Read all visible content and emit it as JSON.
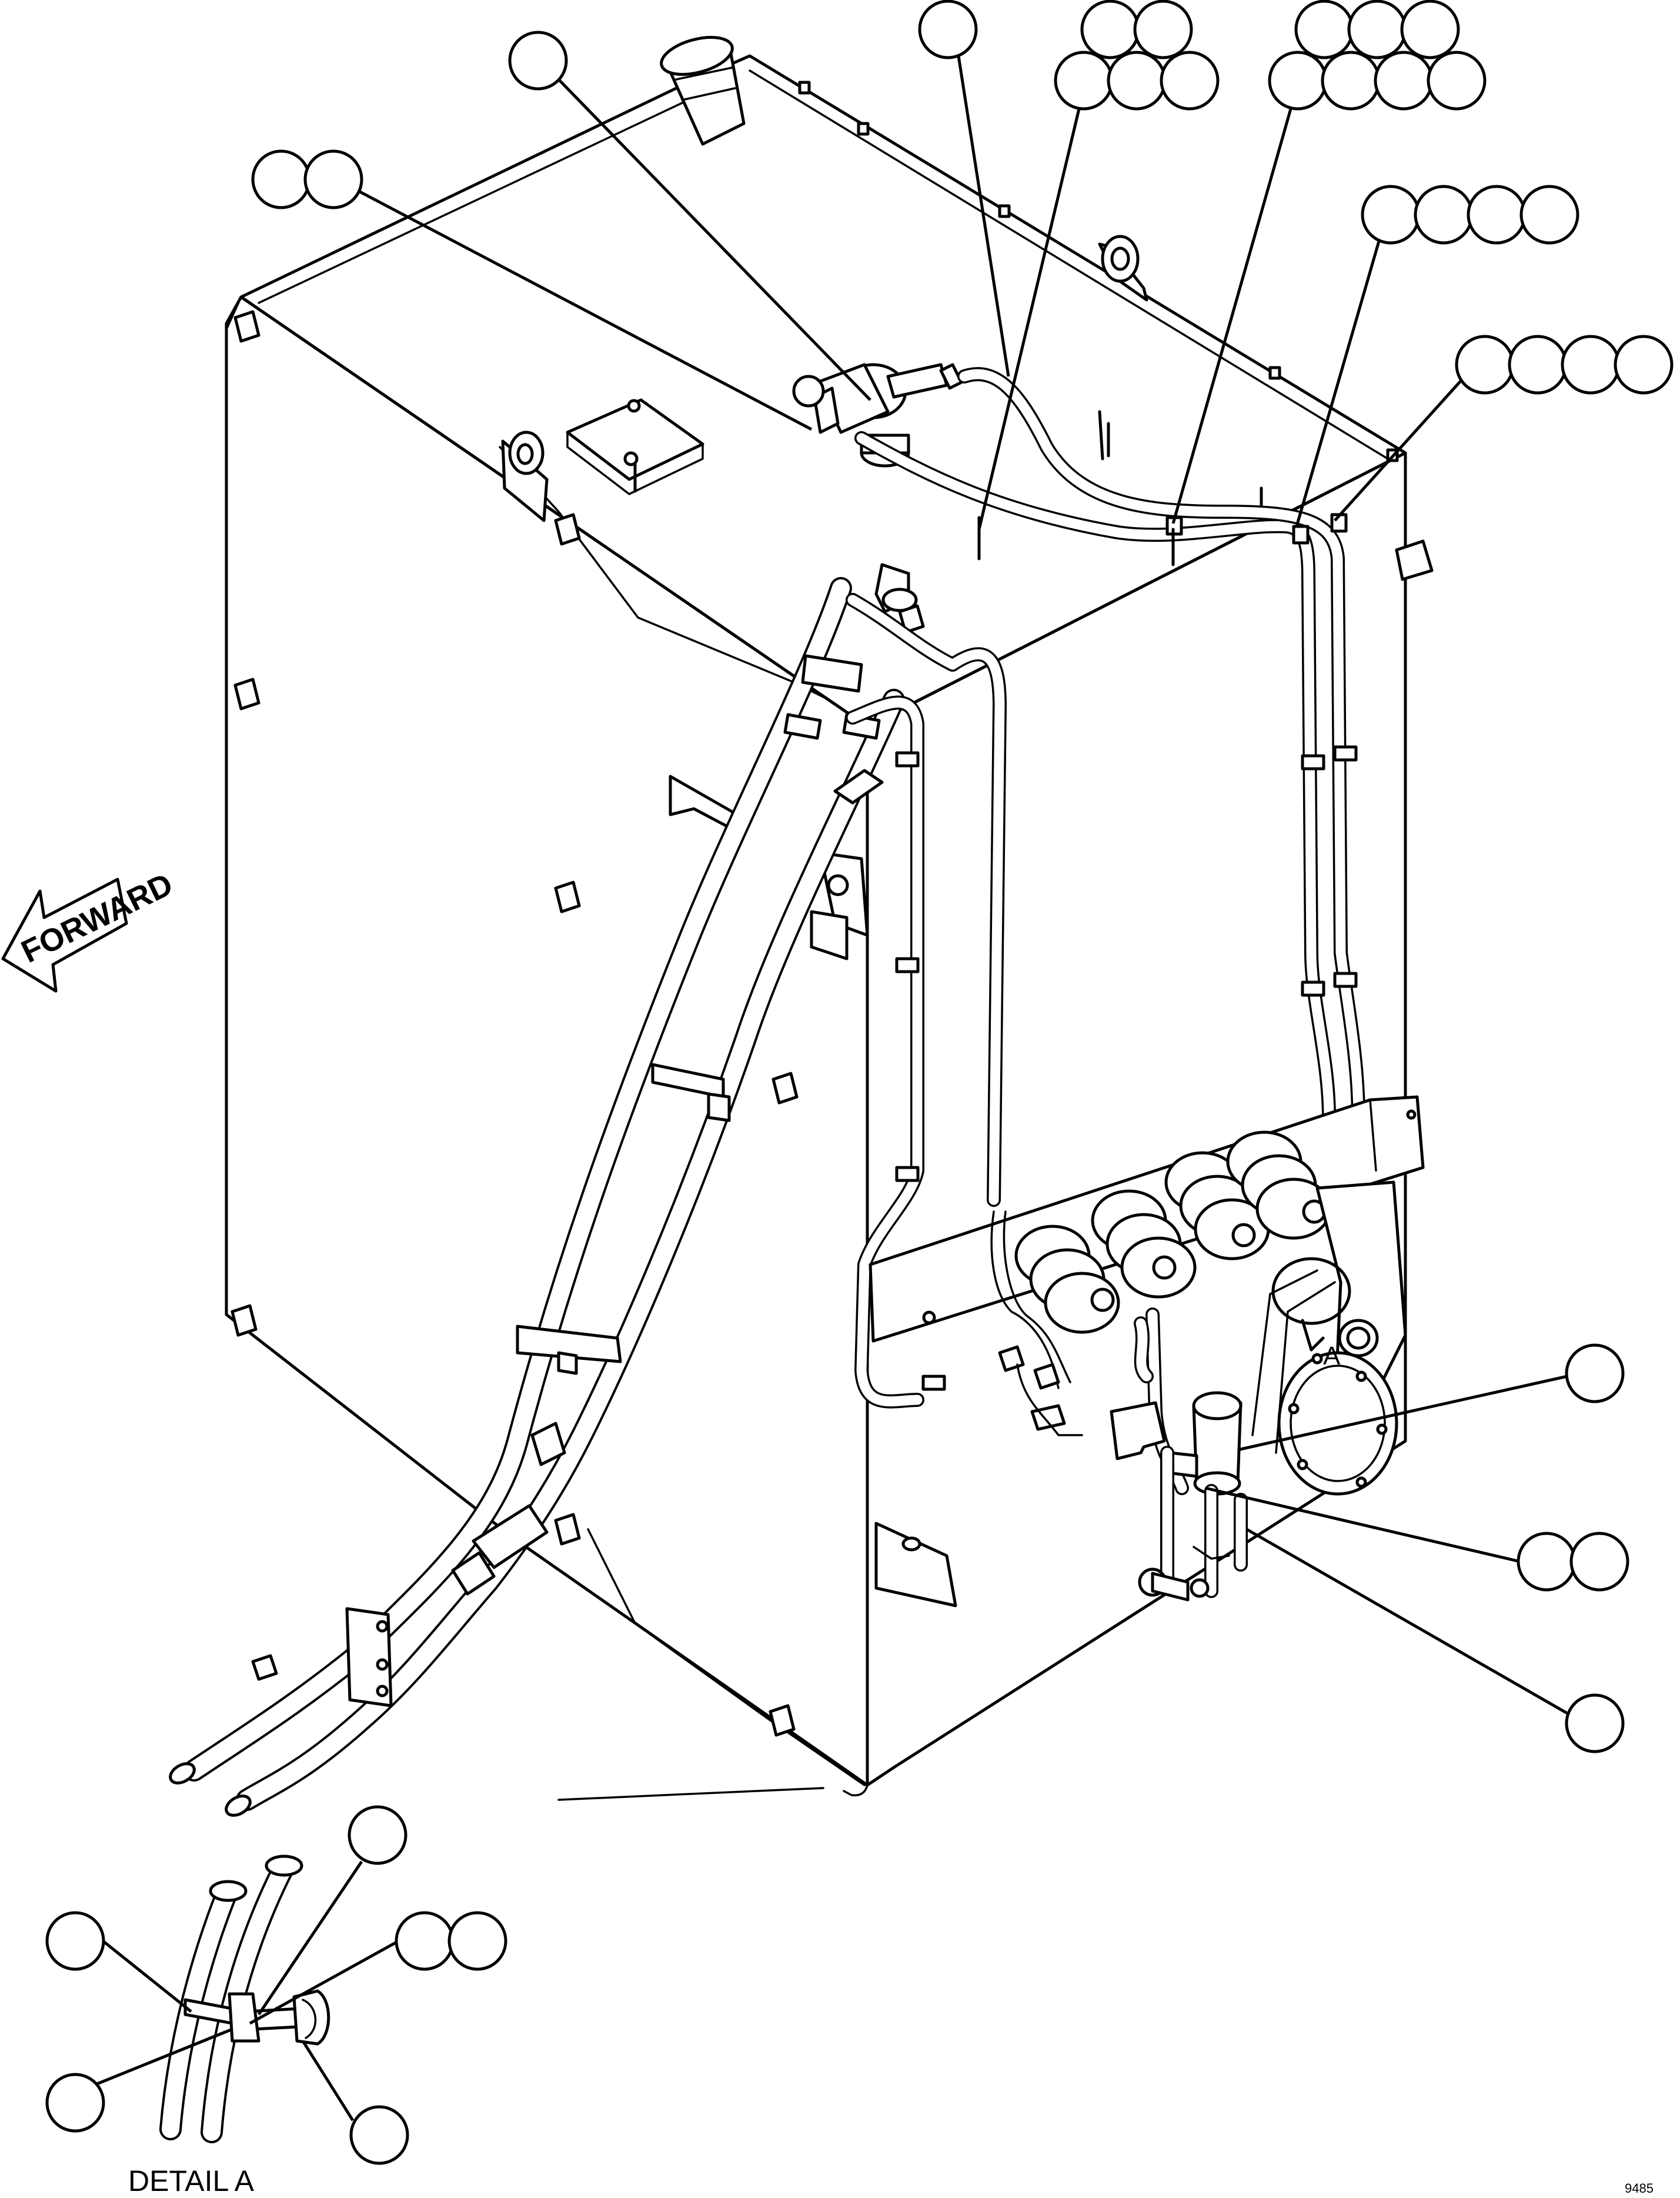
{
  "drawing": {
    "forward_arrow_text": "FORWARD",
    "detail_callout_letter": "A",
    "detail_title": "DETAIL A",
    "drawing_ref_number": "9485"
  },
  "callout_groups": [
    {
      "name": "callout-group-top-left",
      "count": 2
    },
    {
      "name": "callout-group-cap",
      "count": 1
    },
    {
      "name": "callout-group-fitting",
      "count": 1
    },
    {
      "name": "callout-group-5a",
      "count": 5
    },
    {
      "name": "callout-group-7",
      "count": 7
    },
    {
      "name": "callout-group-4a",
      "count": 4
    },
    {
      "name": "callout-group-4b",
      "count": 4
    },
    {
      "name": "callout-group-filter",
      "count": 1
    },
    {
      "name": "callout-group-drain-pair",
      "count": 2
    },
    {
      "name": "callout-group-drain",
      "count": 1
    },
    {
      "name": "callout-group-detail-top",
      "count": 1
    },
    {
      "name": "callout-group-detail-left",
      "count": 1
    },
    {
      "name": "callout-group-detail-pair",
      "count": 2
    },
    {
      "name": "callout-group-detail-bottom-left",
      "count": 1
    },
    {
      "name": "callout-group-detail-bottom-right",
      "count": 1
    }
  ]
}
